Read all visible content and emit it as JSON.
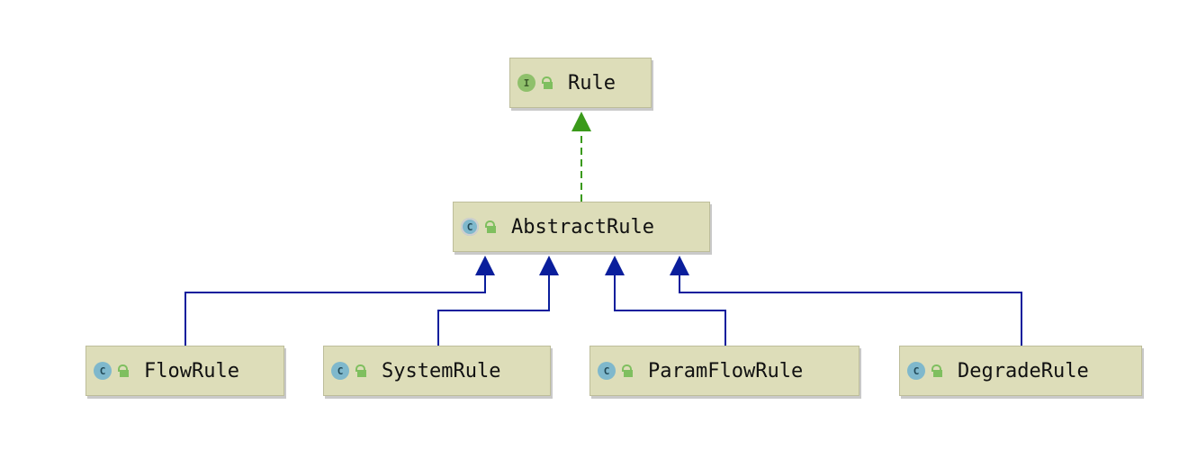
{
  "diagram": {
    "nodes": {
      "rule": {
        "kind": "I",
        "name": "Rule",
        "type": "interface"
      },
      "abstract_rule": {
        "kind": "C",
        "name": "AbstractRule",
        "type": "abstract-class"
      },
      "flow_rule": {
        "kind": "C",
        "name": "FlowRule",
        "type": "class"
      },
      "system_rule": {
        "kind": "C",
        "name": "SystemRule",
        "type": "class"
      },
      "param_flow_rule": {
        "kind": "C",
        "name": "ParamFlowRule",
        "type": "class"
      },
      "degrade_rule": {
        "kind": "C",
        "name": "DegradeRule",
        "type": "class"
      }
    },
    "edges": [
      {
        "from": "abstract_rule",
        "to": "rule",
        "relation": "implements"
      },
      {
        "from": "flow_rule",
        "to": "abstract_rule",
        "relation": "extends"
      },
      {
        "from": "system_rule",
        "to": "abstract_rule",
        "relation": "extends"
      },
      {
        "from": "param_flow_rule",
        "to": "abstract_rule",
        "relation": "extends"
      },
      {
        "from": "degrade_rule",
        "to": "abstract_rule",
        "relation": "extends"
      }
    ],
    "colors": {
      "node_fill": "#ddddb9",
      "implements_edge": "#3a9a1a",
      "extends_edge": "#0a1e9c"
    }
  }
}
